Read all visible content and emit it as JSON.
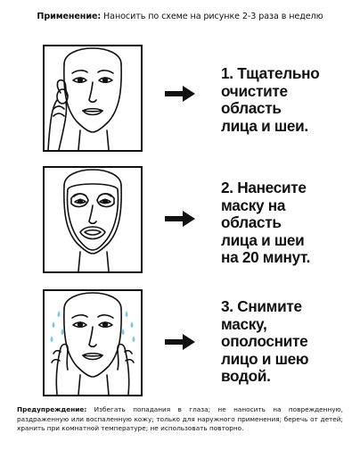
{
  "header": {
    "label": "Применение:",
    "text": " Наносить по схеме на рисунке 2-3 раза в неделю"
  },
  "steps": [
    {
      "lines": [
        "1. Тщательно",
        "очистите",
        "область",
        "лица и шеи."
      ]
    },
    {
      "lines": [
        "2. Нанесите",
        "маску на",
        "область",
        "лица и шеи",
        "на 20 минут."
      ]
    },
    {
      "lines": [
        "3. Снимите",
        "маску,",
        "ополосните",
        "лицо и шею",
        "водой."
      ]
    }
  ],
  "warning": {
    "label": "Предупреждение:",
    "text": " Избегать попадания в глаза; не наносить на поврежденную, раздраженную или воспаленную кожу; только для наружного применения; беречь от детей; хранить при комнатной температуре; не использовать повторно."
  },
  "colors": {
    "ink": "#111111",
    "water": "#7fc4e3",
    "background": "#ffffff"
  }
}
